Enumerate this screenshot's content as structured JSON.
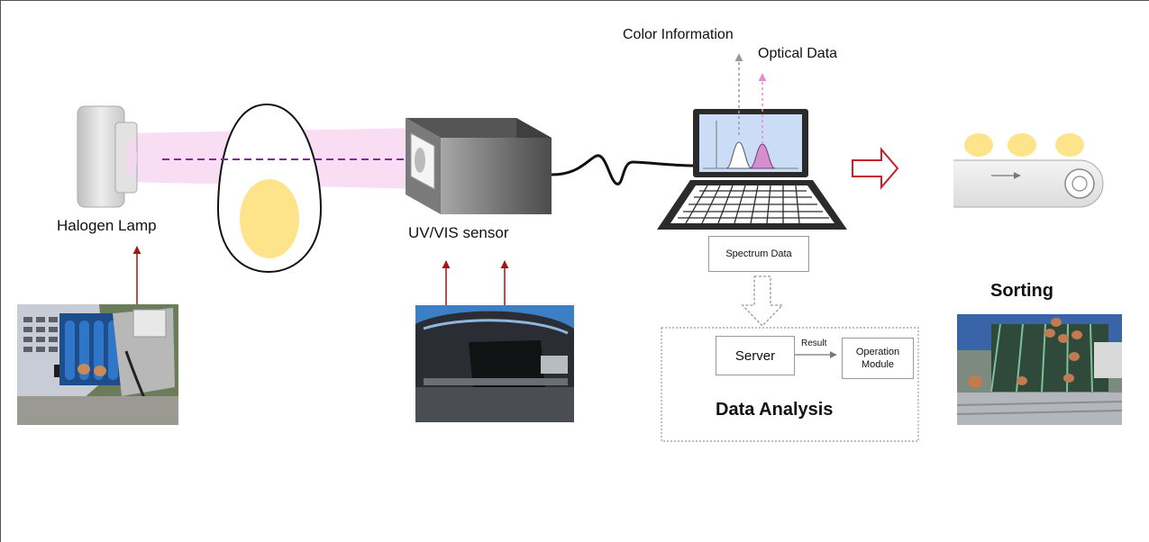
{
  "labels": {
    "halogen_lamp": "Halogen Lamp",
    "uv_vis_sensor": "UV/VIS sensor",
    "color_information": "Color Information",
    "optical_data": "Optical Data",
    "spectrum_data": "Spectrum Data",
    "server": "Server",
    "result": "Result",
    "operation_module": "Operation Module",
    "data_analysis": "Data Analysis",
    "sorting": "Sorting"
  },
  "colors": {
    "beam": "#f7d9f2",
    "beam_arrow": "#7b2e98",
    "photo_arrow": "#a31616",
    "yolk": "#fde38a",
    "screen": "#cbdcf7",
    "spectrum_fill": "#d48fcf",
    "sorting_arrow": "#c8202a"
  }
}
